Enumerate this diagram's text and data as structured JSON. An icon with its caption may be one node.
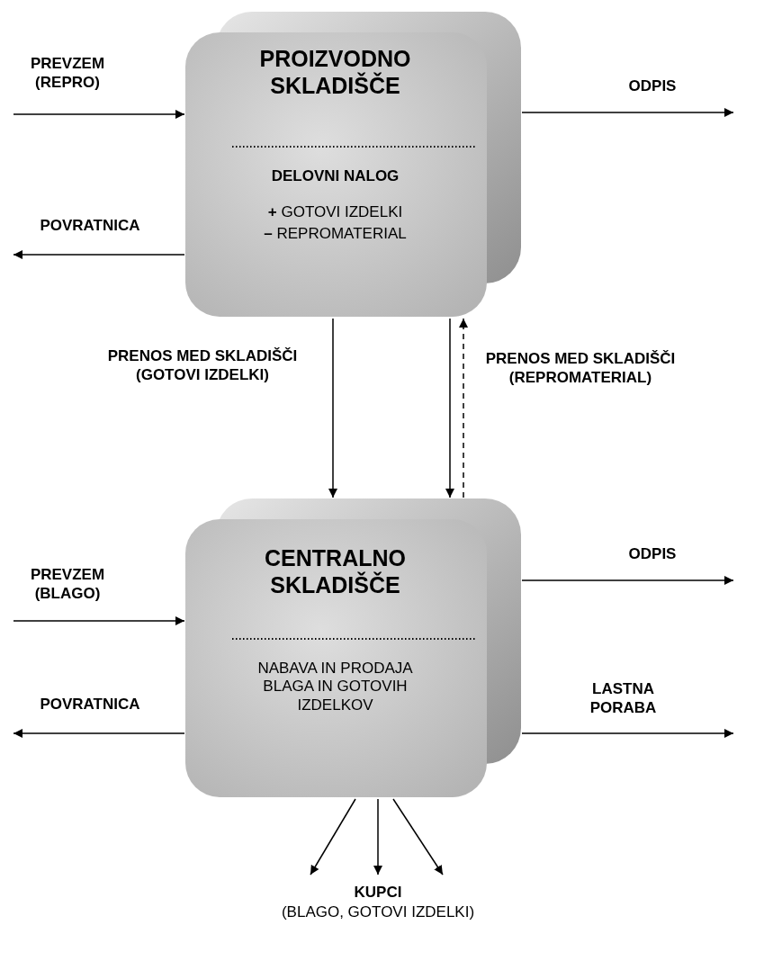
{
  "diagram": {
    "nodes": [
      {
        "text": [
          "PROIZVODNO SKLADIŠČE",
          "DELOVNI NALOG",
          "**+** GOTOVI IZDELKI",
          "**–** REPROMATERIAL"
        ]
      },
      {
        "text": [
          "CENTRALNO SKLADIŠČE",
          "NABAVA IN PRODAJA BLAGA IN GOTOVIH IZDELKOV"
        ]
      },
      {
        "text": [
          "KUPCI",
          "(BLAGO, GOTOVI IZDELKI)"
        ]
      }
    ],
    "edges": [
      {
        "from": null,
        "to": 0,
        "arrow": "to",
        "label": "PREVZEM (REPRO)"
      },
      {
        "from": 0,
        "to": null,
        "arrow": "to",
        "label": "POVRATNICA"
      },
      {
        "from": 0,
        "to": null,
        "arrow": "to",
        "label": "ODPIS"
      },
      {
        "from": 0,
        "to": 1,
        "arrow": "to",
        "label": "PRENOS MED SKLADIŠČI (GOTOVI IZDELKI)"
      },
      {
        "from": 0,
        "to": 1,
        "arrow": "to"
      },
      {
        "from": 1,
        "to": 0,
        "arrow": "to",
        "style": "dashed",
        "label": "PRENOS MED SKLADIŠČI (REPROMATERIAL)"
      },
      {
        "from": null,
        "to": 1,
        "arrow": "to",
        "label": "PREVZEM (BLAGO)"
      },
      {
        "from": 1,
        "to": null,
        "arrow": "to",
        "label": "POVRATNICA"
      },
      {
        "from": 1,
        "to": null,
        "arrow": "to",
        "label": "ODPIS"
      },
      {
        "from": 1,
        "to": null,
        "arrow": "to",
        "label": "LASTNA PORABA"
      },
      {
        "from": 1,
        "to": 2,
        "arrow": "to"
      },
      {
        "from": 1,
        "to": 2,
        "arrow": "to"
      },
      {
        "from": 1,
        "to": 2,
        "arrow": "to"
      }
    ]
  }
}
